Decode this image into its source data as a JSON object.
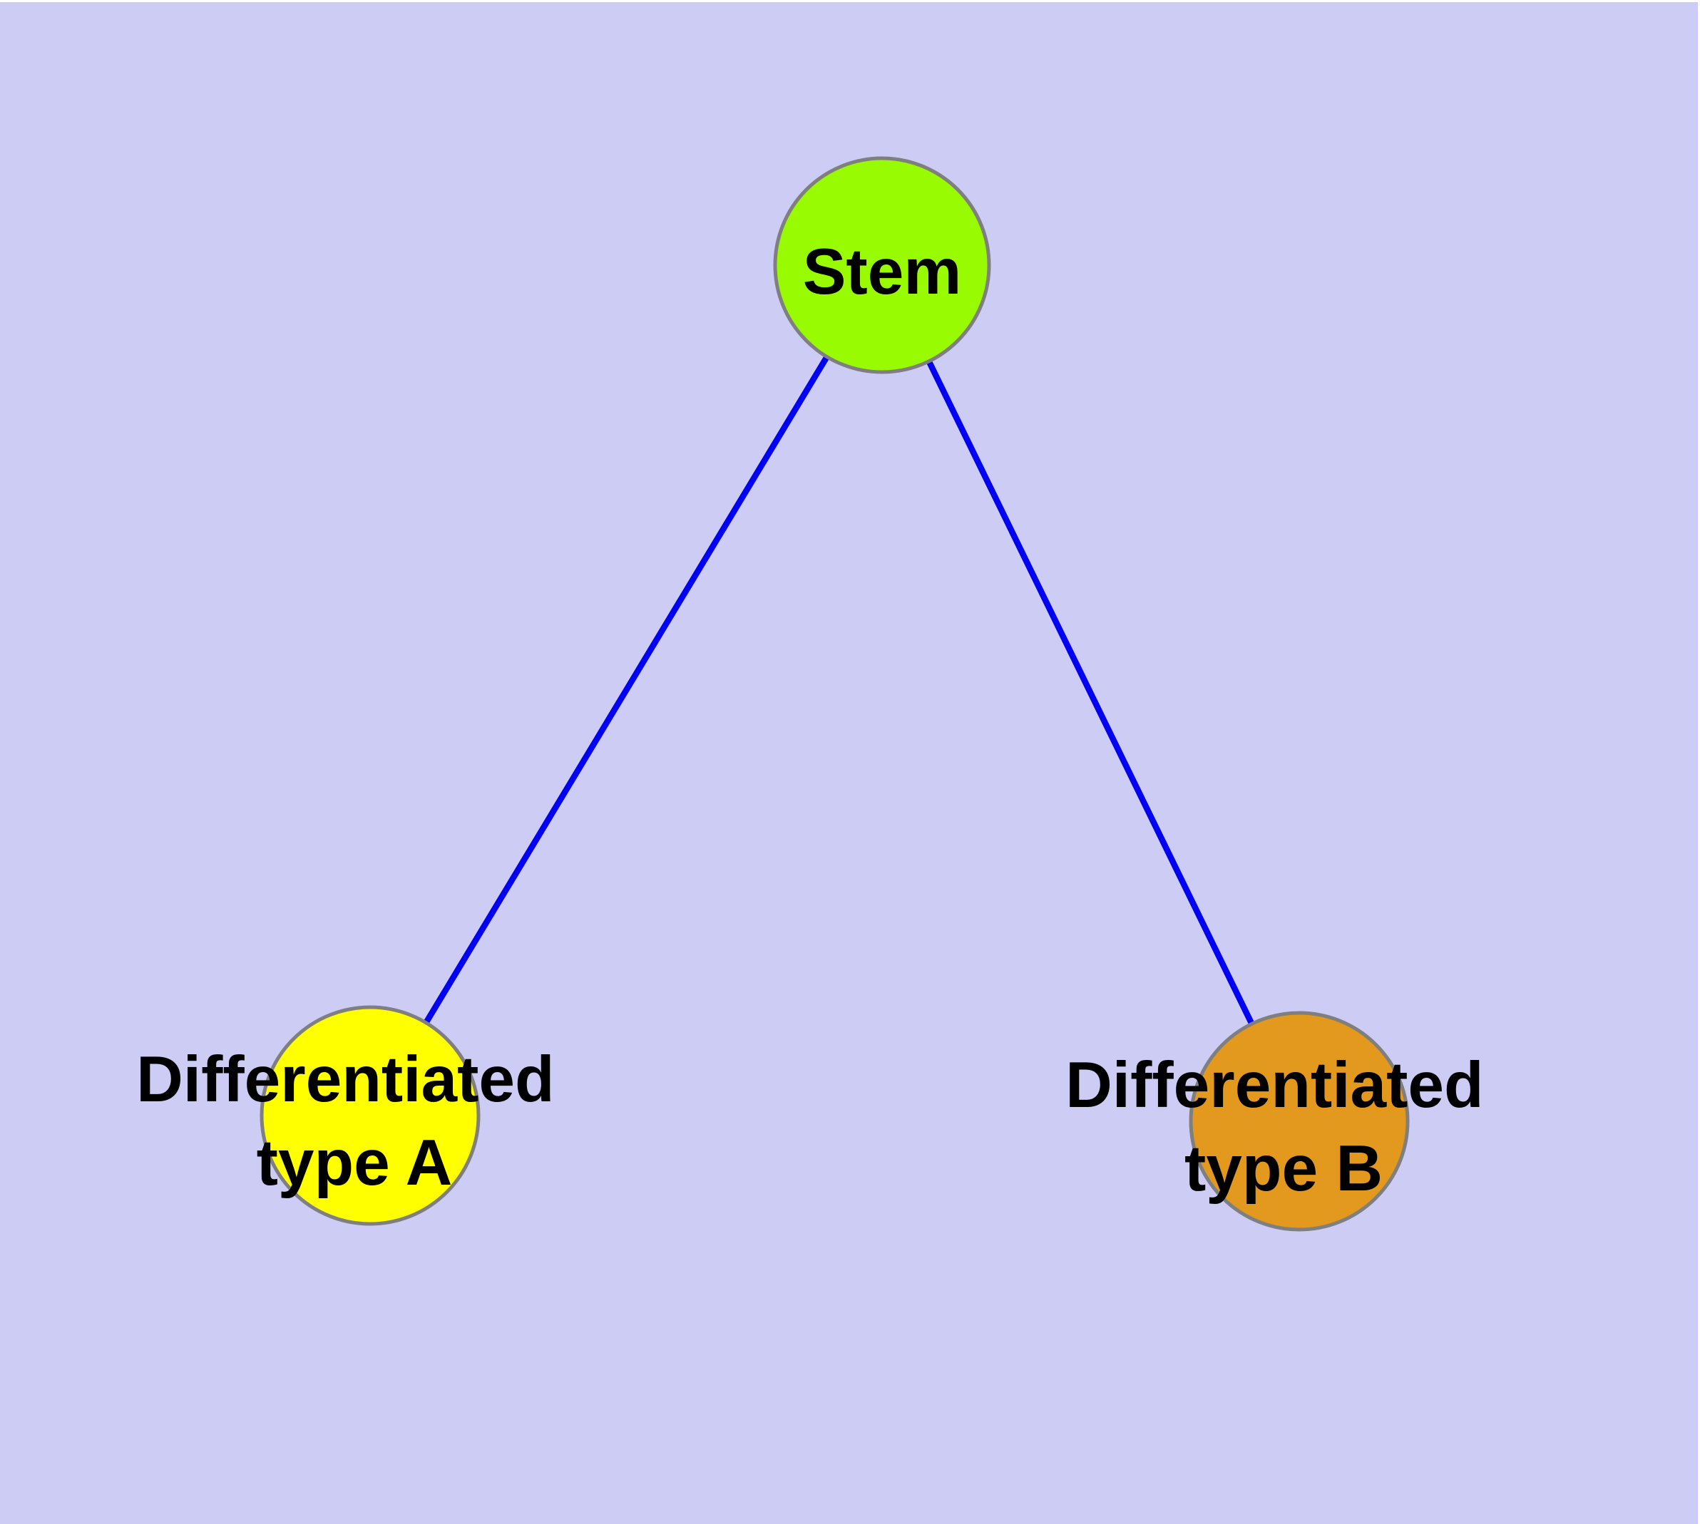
{
  "diagram": {
    "background_color": "#CCCCF5",
    "margin_color": "#FFFFFF",
    "edge_color": "#0000F5",
    "node_border_color": "#7F7F7F",
    "text_color": "#000000",
    "nodes": [
      {
        "id": "stem",
        "label": "Stem",
        "lines": [
          "Stem"
        ],
        "fill": "#99FB01"
      },
      {
        "id": "differentiated-type-a",
        "label": "Differentiated type A",
        "lines": [
          "Differentiated",
          "type A"
        ],
        "fill": "#FFFF00"
      },
      {
        "id": "differentiated-type-b",
        "label": "Differentiated type B",
        "lines": [
          "Differentiated",
          "type B"
        ],
        "fill": "#E2991E"
      }
    ],
    "edges": [
      {
        "from": "stem",
        "to": "differentiated-type-a"
      },
      {
        "from": "stem",
        "to": "differentiated-type-b"
      }
    ]
  }
}
